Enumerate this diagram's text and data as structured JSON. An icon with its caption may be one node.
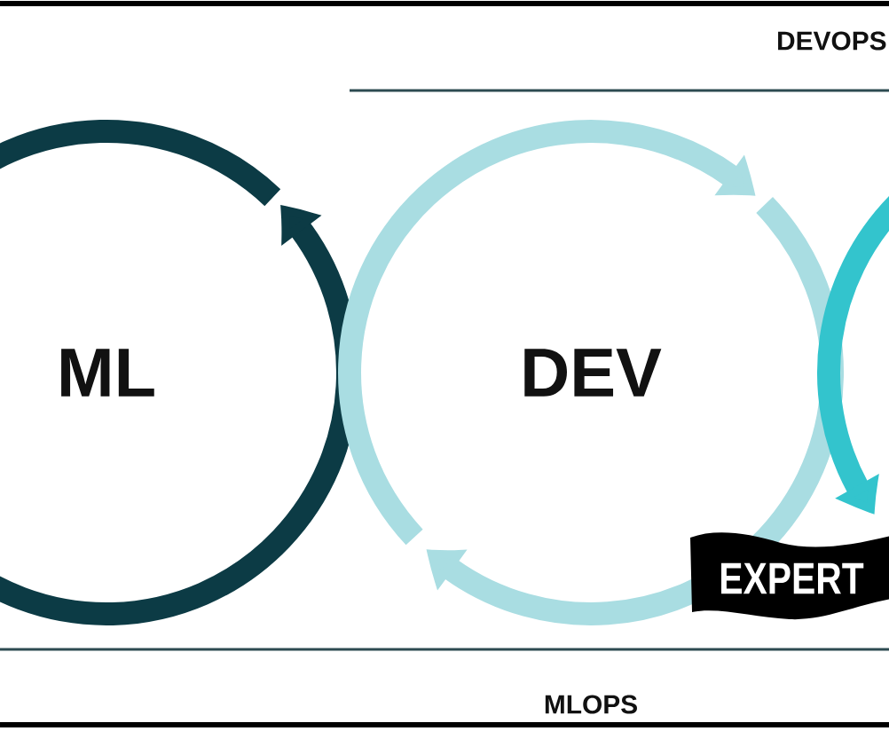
{
  "diagram": {
    "nodes": [
      {
        "text": [
          "ML"
        ]
      },
      {
        "text": [
          "DEV"
        ]
      },
      {
        "text": [],
        "shape": "circle"
      },
      {
        "text": [
          "EXPERT"
        ]
      }
    ],
    "labels": [
      "DEVOPS",
      "MLOPS"
    ]
  }
}
